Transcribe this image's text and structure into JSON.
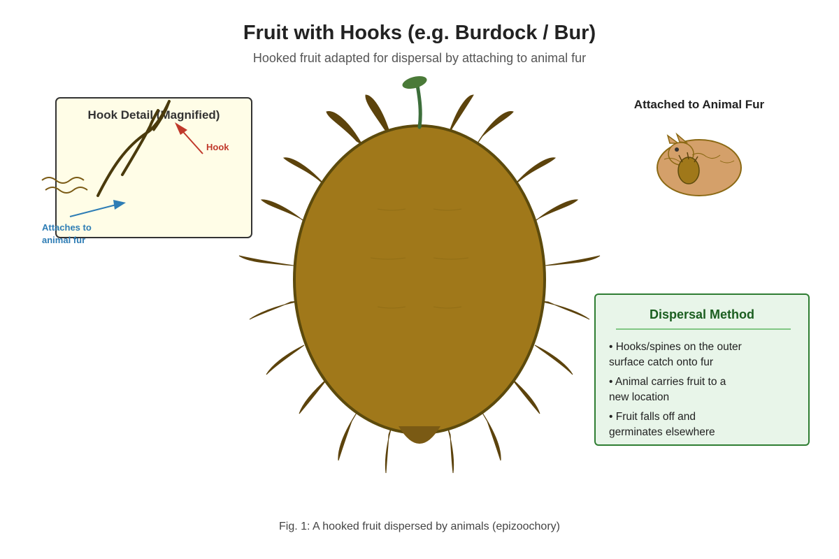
{
  "header": {
    "title": "Fruit with Hooks (e.g. Burdock / Bur)",
    "subtitle": "Hooked fruit adapted for dispersal by attaching to animal fur"
  },
  "hook_detail": {
    "title": "Hook Detail (Magnified)",
    "hook_label": "Hook",
    "fur_label_line1": "Attaches to",
    "fur_label_line2": "animal fur"
  },
  "attached": {
    "title": "Attached to Animal Fur"
  },
  "dispersal": {
    "title": "Dispersal Method",
    "points": [
      [
        "• Hooks/spines on the outer",
        "surface catch onto fur"
      ],
      [
        "• Animal carries fruit to a",
        "new location"
      ],
      [
        "• Fruit falls off and",
        "germinates elsewhere"
      ]
    ]
  },
  "caption": "Fig. 1: A hooked fruit dispersed by animals (epizoochory)",
  "colors": {
    "fruit": "#a0781a",
    "fruit_outline": "#5c4a0c",
    "hook": "#5c430c",
    "stem": "#3c6e3a",
    "hook_box_bg": "#fffde7",
    "hook_arrow": "#c0392b",
    "fur_arrow": "#2e7db5",
    "animal": "#d4a06a",
    "dispersal_bg": "#e8f5e9",
    "dispersal_border": "#2e7d32"
  }
}
